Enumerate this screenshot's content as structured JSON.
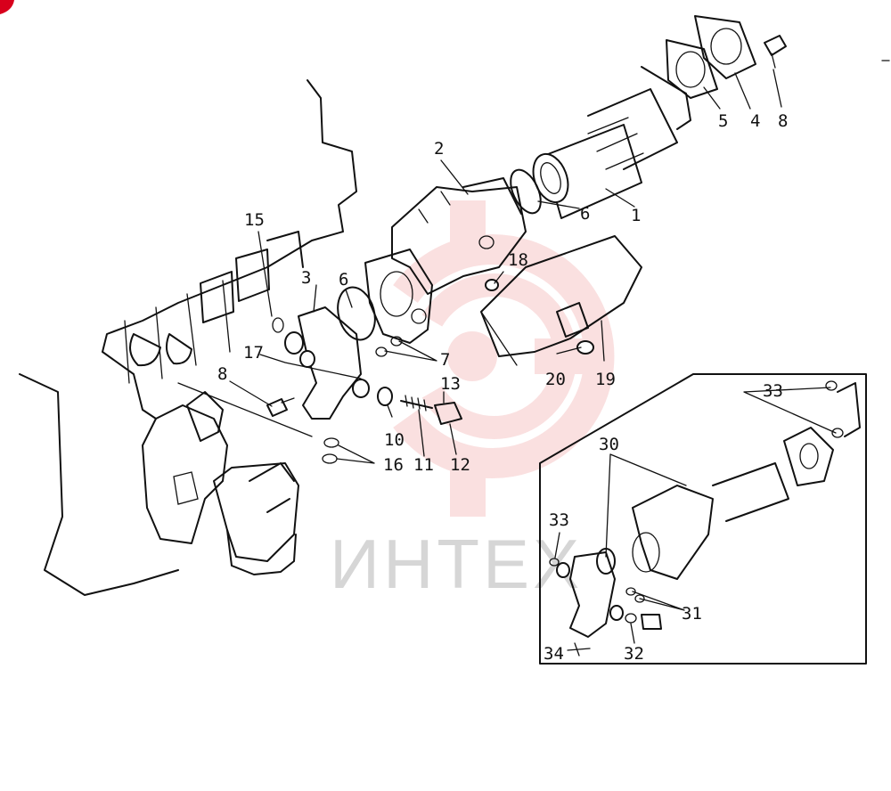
{
  "watermark": {
    "text": "ИНТЕХ",
    "color": "#f6c7c7",
    "text_color": "#d6d6d6"
  },
  "corner_mark_color": "#d8001c",
  "labels": [
    {
      "id": "l1",
      "text": "1"
    },
    {
      "id": "l2",
      "text": "2"
    },
    {
      "id": "l3",
      "text": "3"
    },
    {
      "id": "l4",
      "text": "4"
    },
    {
      "id": "l5",
      "text": "5"
    },
    {
      "id": "l6a",
      "text": "6"
    },
    {
      "id": "l6b",
      "text": "6"
    },
    {
      "id": "l7",
      "text": "7"
    },
    {
      "id": "l8a",
      "text": "8"
    },
    {
      "id": "l8b",
      "text": "8"
    },
    {
      "id": "l10",
      "text": "10"
    },
    {
      "id": "l11",
      "text": "11"
    },
    {
      "id": "l12",
      "text": "12"
    },
    {
      "id": "l13",
      "text": "13"
    },
    {
      "id": "l15",
      "text": "15"
    },
    {
      "id": "l16",
      "text": "16"
    },
    {
      "id": "l17",
      "text": "17"
    },
    {
      "id": "l18",
      "text": "18"
    },
    {
      "id": "l19",
      "text": "19"
    },
    {
      "id": "l20",
      "text": "20"
    },
    {
      "id": "l30",
      "text": "30"
    },
    {
      "id": "l31",
      "text": "31"
    },
    {
      "id": "l32",
      "text": "32"
    },
    {
      "id": "l33a",
      "text": "33"
    },
    {
      "id": "l33b",
      "text": "33"
    },
    {
      "id": "l34",
      "text": "34"
    }
  ]
}
